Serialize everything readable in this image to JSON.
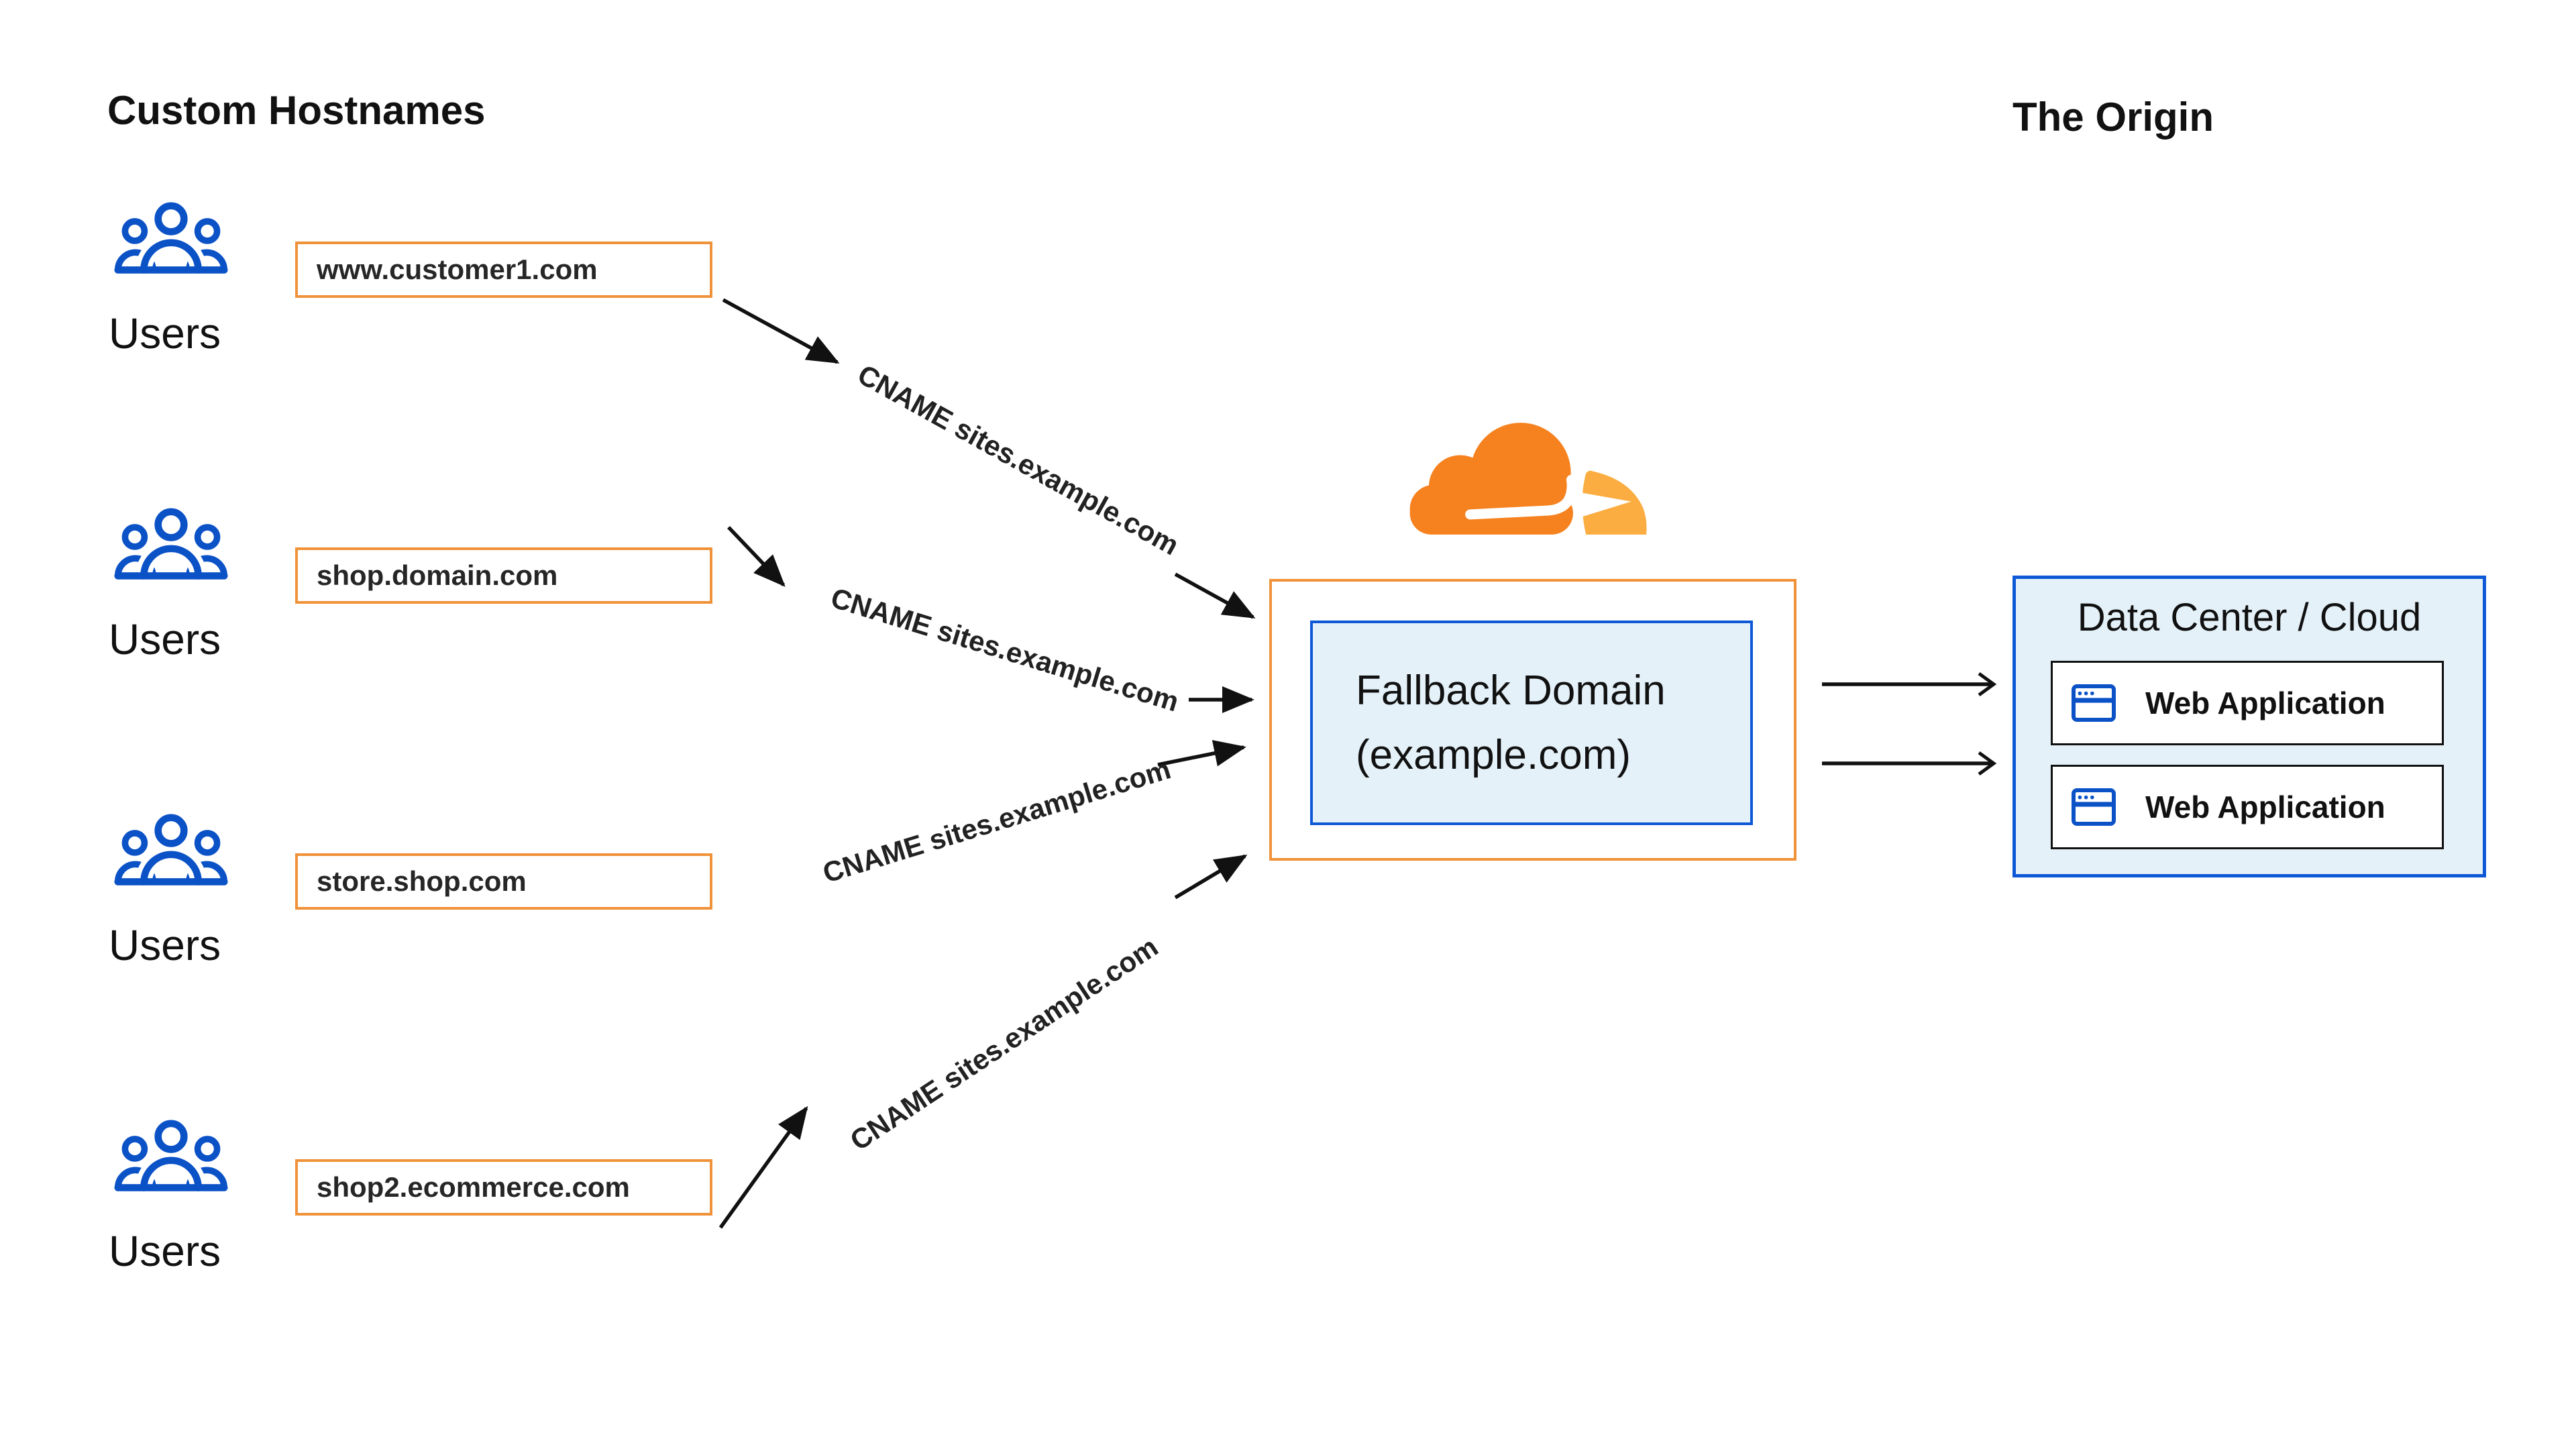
{
  "palette": {
    "orange": "#F0923A",
    "logo_orange": "#F6821F",
    "logo_light_orange": "#FBAD41",
    "blue_border": "#0D58D6",
    "icon_blue": "#0B52C7",
    "light_blue_fill": "#E4F1F8",
    "text_dark": "#111111",
    "hostname_text": "#262626",
    "arrow_black": "#111111"
  },
  "headings": {
    "left": "Custom Hostnames",
    "right": "The Origin"
  },
  "groups": [
    {
      "users_label": "Users",
      "hostname": "www.customer1.com"
    },
    {
      "users_label": "Users",
      "hostname": "shop.domain.com"
    },
    {
      "users_label": "Users",
      "hostname": "store.shop.com"
    },
    {
      "users_label": "Users",
      "hostname": "shop2.ecommerce.com"
    }
  ],
  "cname_labels": [
    "CNAME sites.example.com",
    "CNAME sites.example.com",
    "CNAME sites.example.com",
    "CNAME sites.example.com"
  ],
  "fallback": {
    "line1": "Fallback Domain",
    "line2": "(example.com)"
  },
  "origin_box": {
    "title": "Data Center / Cloud",
    "servers": [
      {
        "label": "Web Application"
      },
      {
        "label": "Web Application"
      }
    ]
  },
  "icons": {
    "users": "users-group-icon",
    "cloudflare": "cloudflare-cloud-logo",
    "web_app": "browser-window-icon",
    "arrows": "black-connector-arrows"
  }
}
